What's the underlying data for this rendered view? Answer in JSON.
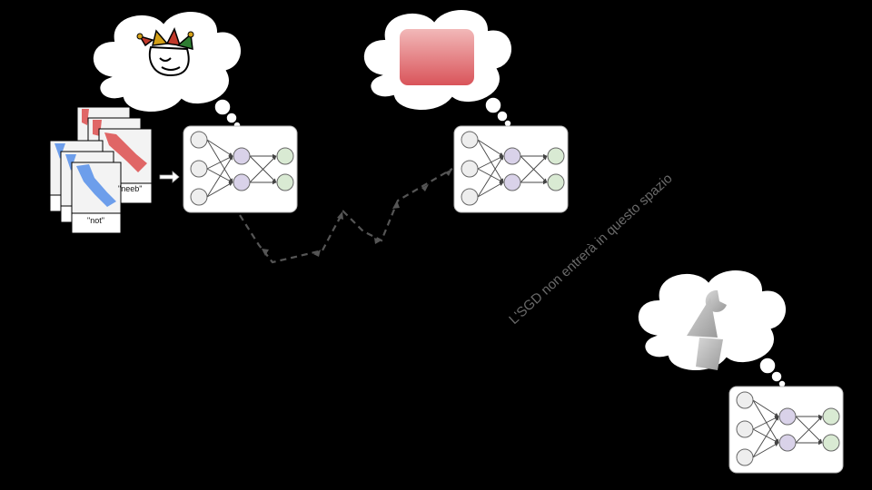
{
  "cards": {
    "back_label": "neeb",
    "front_label": "not"
  },
  "annotation": {
    "text": "L'SGD non entrerà in questo spazio"
  },
  "colors": {
    "background": "#000000",
    "input_node": "#eeeeee",
    "hidden_node": "#d9d2e9",
    "output_node": "#d9ead3",
    "red_shape": "#e06666",
    "blue_shape": "#6d9eeb",
    "gray_shape": "#999999",
    "dashed_path": "#555555"
  },
  "icons": {
    "jester": "jester-hat-face-icon",
    "red_box": "red-rounded-square-icon",
    "gray_shape": "gray-tie-shape-icon"
  }
}
